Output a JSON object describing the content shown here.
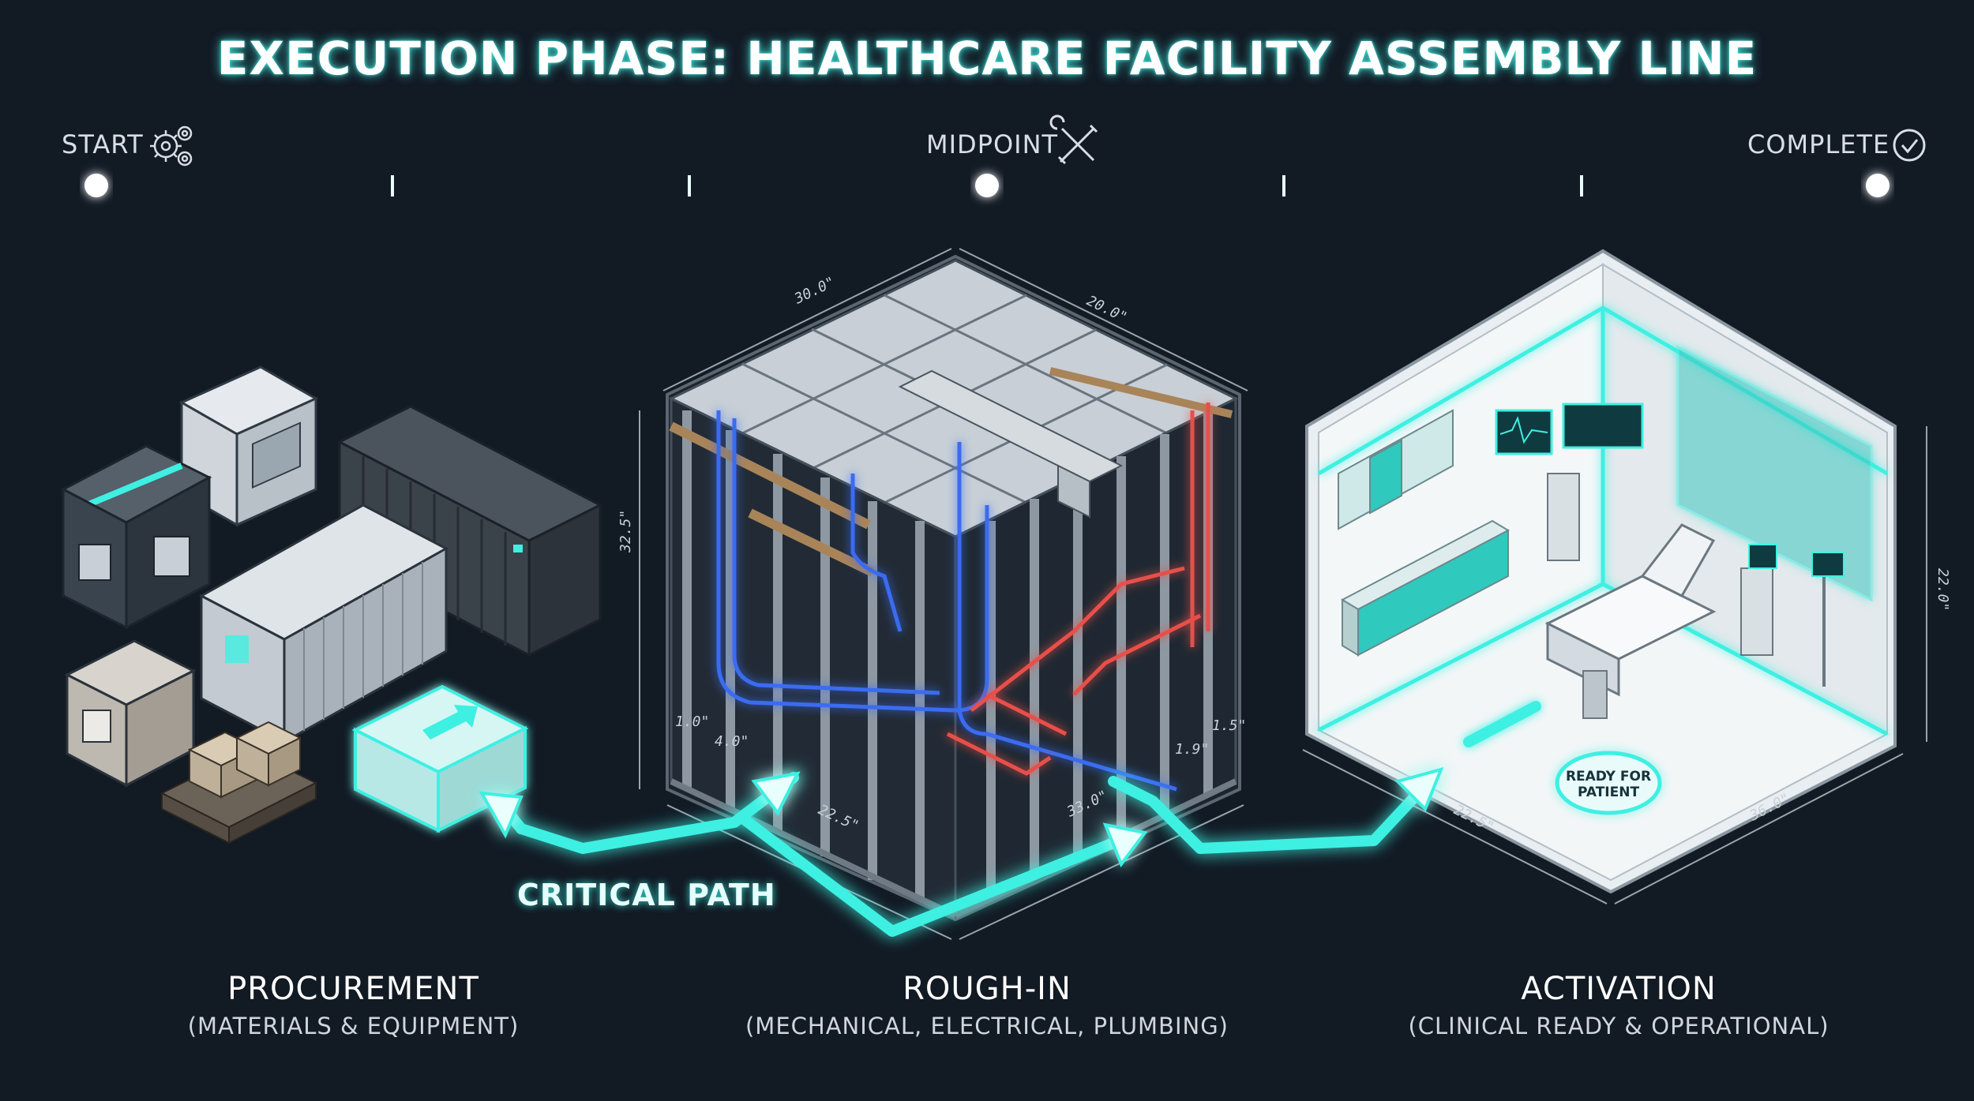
{
  "title": "EXECUTION PHASE: HEALTHCARE FACILITY ASSEMBLY LINE",
  "timeline": {
    "start_label": "START",
    "mid_label": "MIDPOINT",
    "end_label": "COMPLETE",
    "start_icon": "gears-icon",
    "mid_icon": "wrench-screwdriver-icon",
    "end_icon": "check-circle-icon"
  },
  "critical_path_label": "CRITICAL PATH",
  "phases": [
    {
      "title": "PROCUREMENT",
      "subtitle": "(MATERIALS & EQUIPMENT)"
    },
    {
      "title": "ROUGH-IN",
      "subtitle": "(MECHANICAL, ELECTRICAL, PLUMBING)"
    },
    {
      "title": "ACTIVATION",
      "subtitle": "(CLINICAL READY & OPERATIONAL)"
    }
  ],
  "rough_in_dimensions": {
    "top_left": "30.0\"",
    "top_right": "20.0\"",
    "left_height": "32.5\"",
    "bottom_a": "1.0\"",
    "bottom_b": "4.0\"",
    "bottom_c": "22.5\"",
    "bottom_d": "33.0\"",
    "bottom_e": "1.9\"",
    "bottom_f": "1.5\""
  },
  "activation_dimensions": {
    "right_height": "22.0\"",
    "bottom_left": "22.5\"",
    "bottom_right": "36.0\""
  },
  "ready_badge": {
    "line1": "READY FOR",
    "line2": "PATIENT"
  },
  "colors": {
    "background": "#121a24",
    "accent": "#3ef0e2",
    "plumbing_red": "#e8504a",
    "electrical_blue": "#3a6cf0"
  }
}
